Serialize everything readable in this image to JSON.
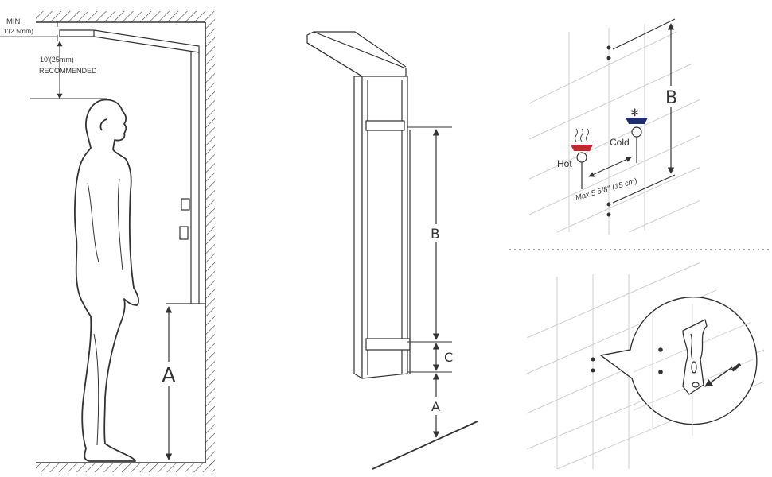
{
  "panel_1": {
    "min_label": "MIN.",
    "min_value": "1'(2.5mm)",
    "rec_value": "10'(25mm)",
    "rec_label": "RECOMMENDED",
    "dim_a": "A"
  },
  "panel_2": {
    "dim_b": "B",
    "dim_c": "C",
    "dim_a": "A"
  },
  "panel_3": {
    "dim_b": "B",
    "hot_label": "Hot",
    "cold_label": "Cold",
    "spacing_label": "Max 5 5/8'' (15 cm)",
    "hot_color": "#c0282d",
    "cold_color": "#1f2f6e"
  },
  "line_color": "#444444"
}
